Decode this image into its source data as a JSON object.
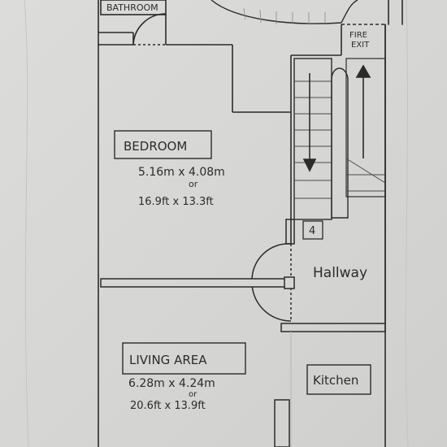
{
  "rooms": {
    "bathroom": {
      "label": "BATHROOM"
    },
    "fire_exit": {
      "line1": "FIRE",
      "line2": "EXIT"
    },
    "bedroom": {
      "label": "BEDROOM",
      "metric": "5.16m x 4.08m",
      "or": "or",
      "imperial": "16.9ft x 13.3ft"
    },
    "stair_marker": {
      "label": "4"
    },
    "hallway": {
      "label": "Hallway"
    },
    "living_area": {
      "label": "LIVING AREA",
      "metric": "6.28m x 4.24m",
      "or": "or",
      "imperial": "20.6ft x 13.9ft"
    },
    "kitchen": {
      "label": "Kitchen"
    }
  },
  "colors": {
    "paper": "#d9d9d7",
    "ink": "#2b2b2b",
    "pencil": "#8a8a88"
  }
}
